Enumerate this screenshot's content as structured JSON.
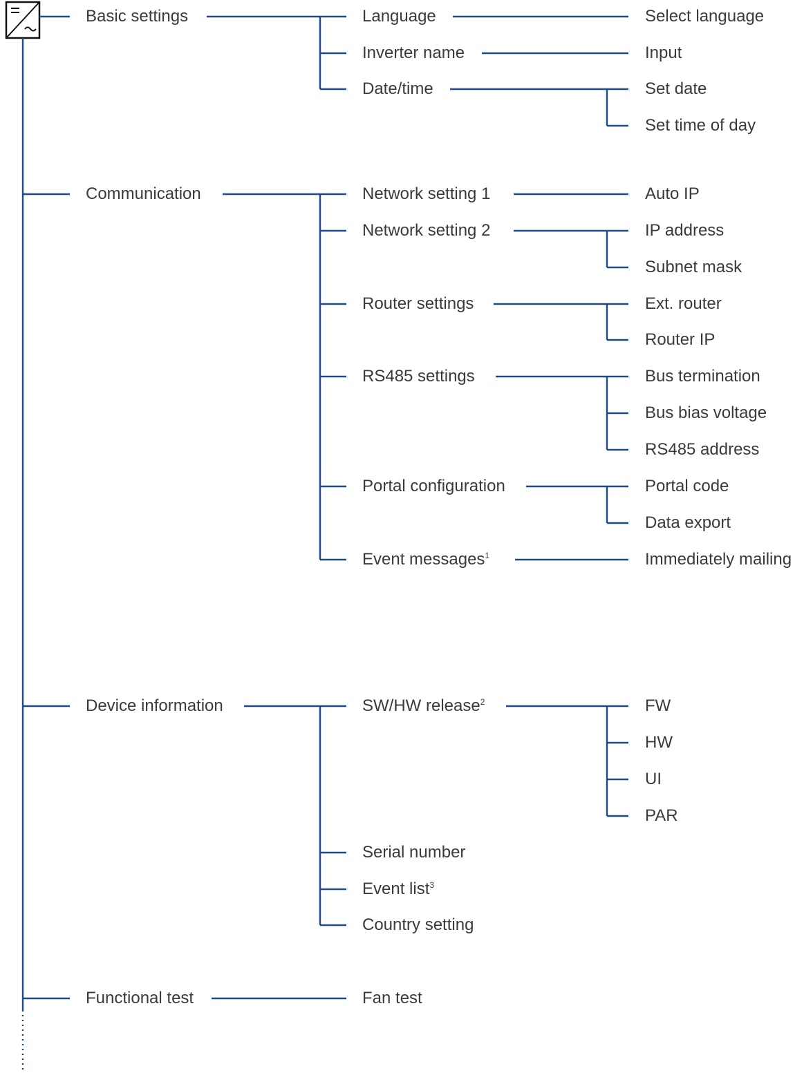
{
  "colors": {
    "line": "#1f4a85",
    "text": "#3a3a3a",
    "icon": "#111111"
  },
  "menu": {
    "basic_settings": {
      "label": "Basic settings",
      "children": {
        "language": {
          "label": "Language",
          "children": [
            "Select language"
          ]
        },
        "inverter_name": {
          "label": "Inverter name",
          "children": [
            "Input"
          ]
        },
        "date_time": {
          "label": "Date/time",
          "children": [
            "Set date",
            "Set time of day"
          ]
        }
      }
    },
    "communication": {
      "label": "Communication",
      "children": {
        "network_setting_1": {
          "label": "Network setting 1",
          "children": [
            "Auto IP"
          ]
        },
        "network_setting_2": {
          "label": "Network setting 2",
          "children": [
            "IP address",
            "Subnet mask"
          ]
        },
        "router_settings": {
          "label": "Router settings",
          "children": [
            "Ext. router",
            "Router IP"
          ]
        },
        "rs485_settings": {
          "label": "RS485 settings",
          "children": [
            "Bus termination",
            "Bus bias voltage",
            "RS485 address"
          ]
        },
        "portal_configuration": {
          "label": "Portal configuration",
          "children": [
            "Portal code",
            "Data export"
          ]
        },
        "event_messages": {
          "label": "Event messages",
          "footnote": "1",
          "children": [
            "Immediately mailing"
          ]
        }
      }
    },
    "device_information": {
      "label": "Device information",
      "children": {
        "sw_hw_release": {
          "label": "SW/HW release",
          "footnote": "2",
          "children": [
            "FW",
            "HW",
            "UI",
            "PAR"
          ]
        },
        "serial_number": {
          "label": "Serial number"
        },
        "event_list": {
          "label": "Event list",
          "footnote": "3"
        },
        "country_setting": {
          "label": "Country setting"
        }
      }
    },
    "functional_test": {
      "label": "Functional test",
      "children": {
        "fan_test": {
          "label": "Fan test"
        }
      }
    }
  }
}
